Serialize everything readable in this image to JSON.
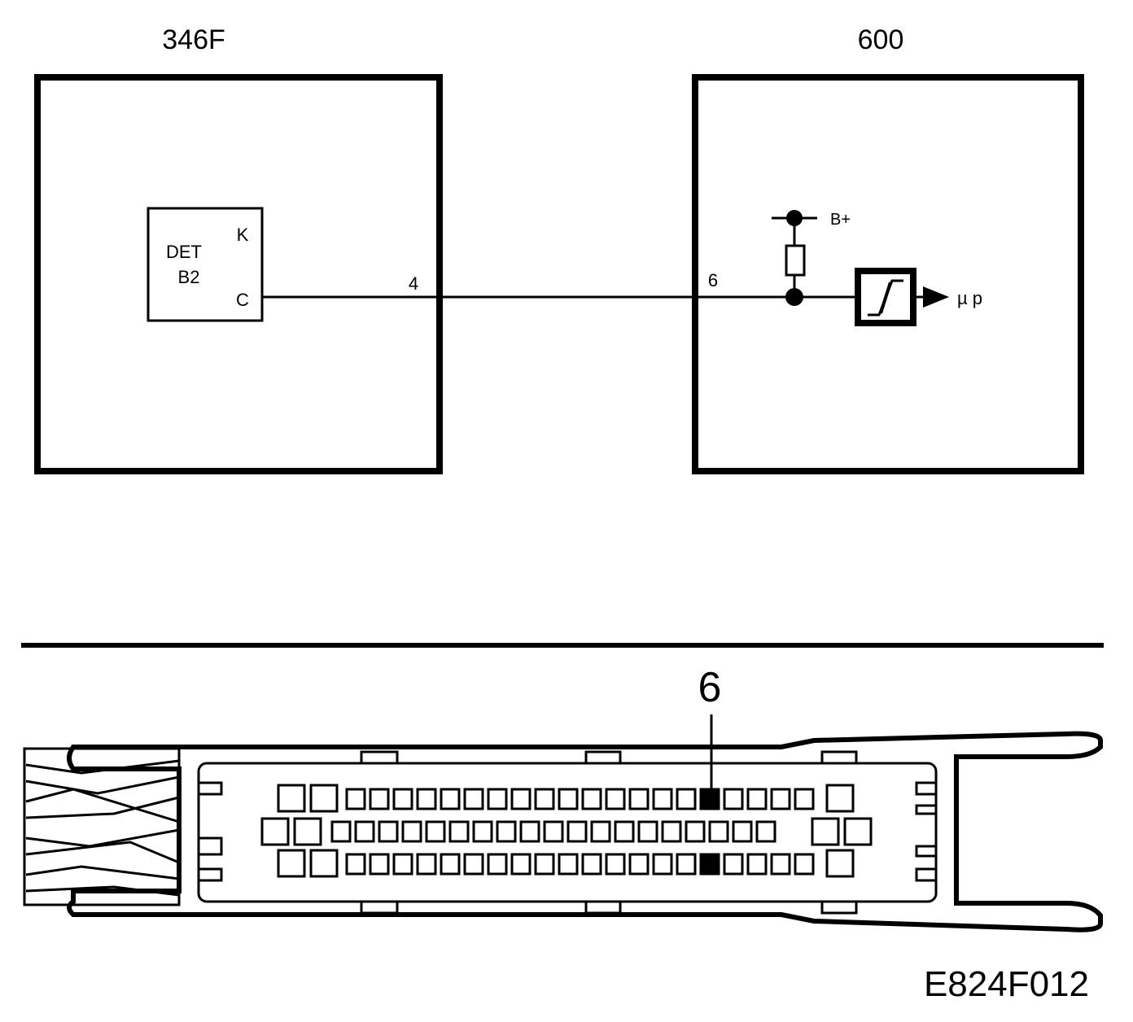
{
  "schematic": {
    "left_module": {
      "label": "346F",
      "component": {
        "line1": "DET",
        "line2": "B2",
        "pin_k": "K",
        "pin_c": "C"
      },
      "pin": "4"
    },
    "right_module": {
      "label": "600",
      "pin": "6",
      "supply": "B+",
      "output": "µ p"
    }
  },
  "connector": {
    "highlight_pin": "6",
    "row_top_small_count": 20,
    "row_mid_small_count": 19,
    "row_bot_small_count": 20,
    "highlight_index": 15
  },
  "figure_code": "E824F012"
}
